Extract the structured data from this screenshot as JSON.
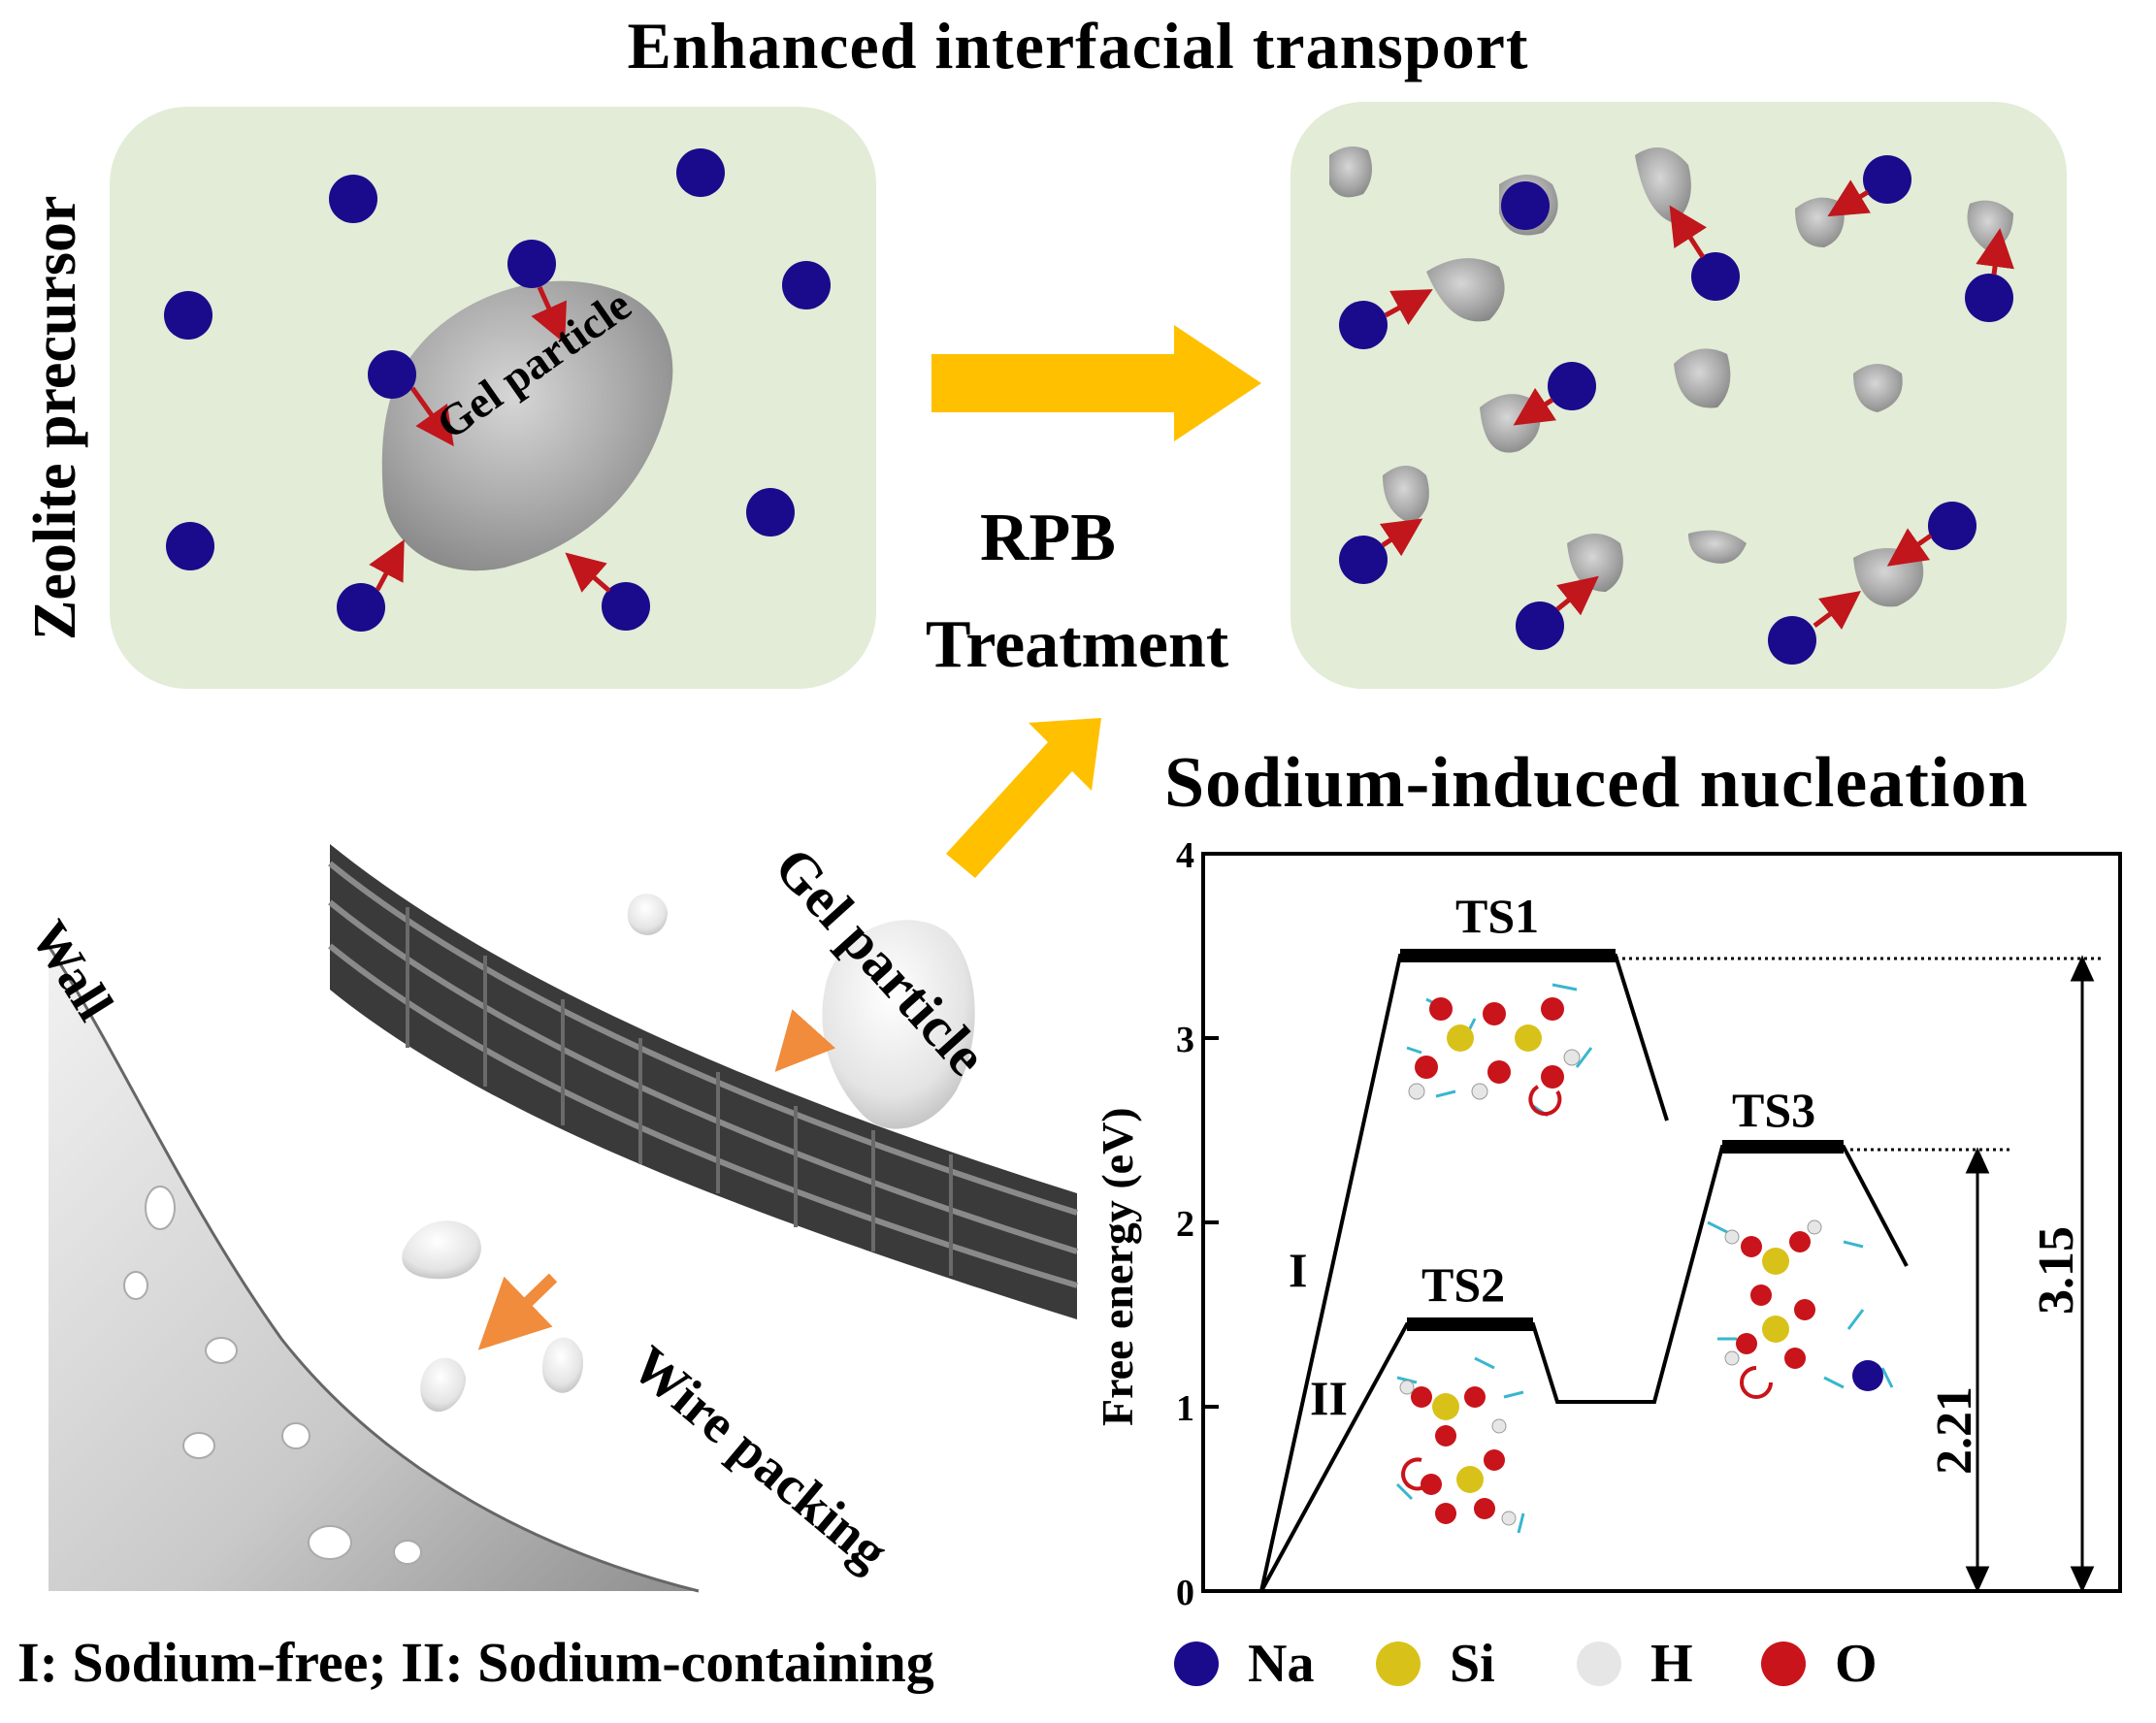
{
  "title": "Enhanced interfacial transport",
  "side_label": "Zeolite precursor",
  "gel_label_top": "Gel particle",
  "treatment": {
    "line1": "RPB",
    "line2": "Treatment"
  },
  "gel_label_bottom": "Gel particle",
  "wall_label": "Wall",
  "wire_label": "Wire packing",
  "nucleation_title": "Sodium-induced nucleation",
  "footer": "I: Sodium-free; II: Sodium-containing",
  "legend": [
    {
      "label": "Na",
      "color": "#1a0a8c"
    },
    {
      "label": "Si",
      "color": "#d8c21a"
    },
    {
      "label": "H",
      "color": "#e6e6e6"
    },
    {
      "label": "O",
      "color": "#c8141a"
    }
  ],
  "colors": {
    "panel_bg": "#e2ecd6",
    "arrow_yellow": "#ffc000",
    "arrow_red": "#c0161c",
    "arrow_orange": "#f08c3c"
  },
  "chart_data": {
    "type": "energy-profile",
    "ylabel": "Free energy (eV)",
    "ylim": [
      0,
      4
    ],
    "yticks": [
      "0",
      "1",
      "2",
      "3",
      "4"
    ],
    "states": [
      {
        "name": "TS1",
        "energy": 3.45
      },
      {
        "name": "TS2",
        "energy": 1.47
      },
      {
        "name": "TS3",
        "energy": 2.42
      }
    ],
    "path_labels": [
      "I",
      "II"
    ],
    "barriers": [
      {
        "label": "3.15",
        "value": 3.15
      },
      {
        "label": "2.21",
        "value": 2.21
      }
    ]
  }
}
